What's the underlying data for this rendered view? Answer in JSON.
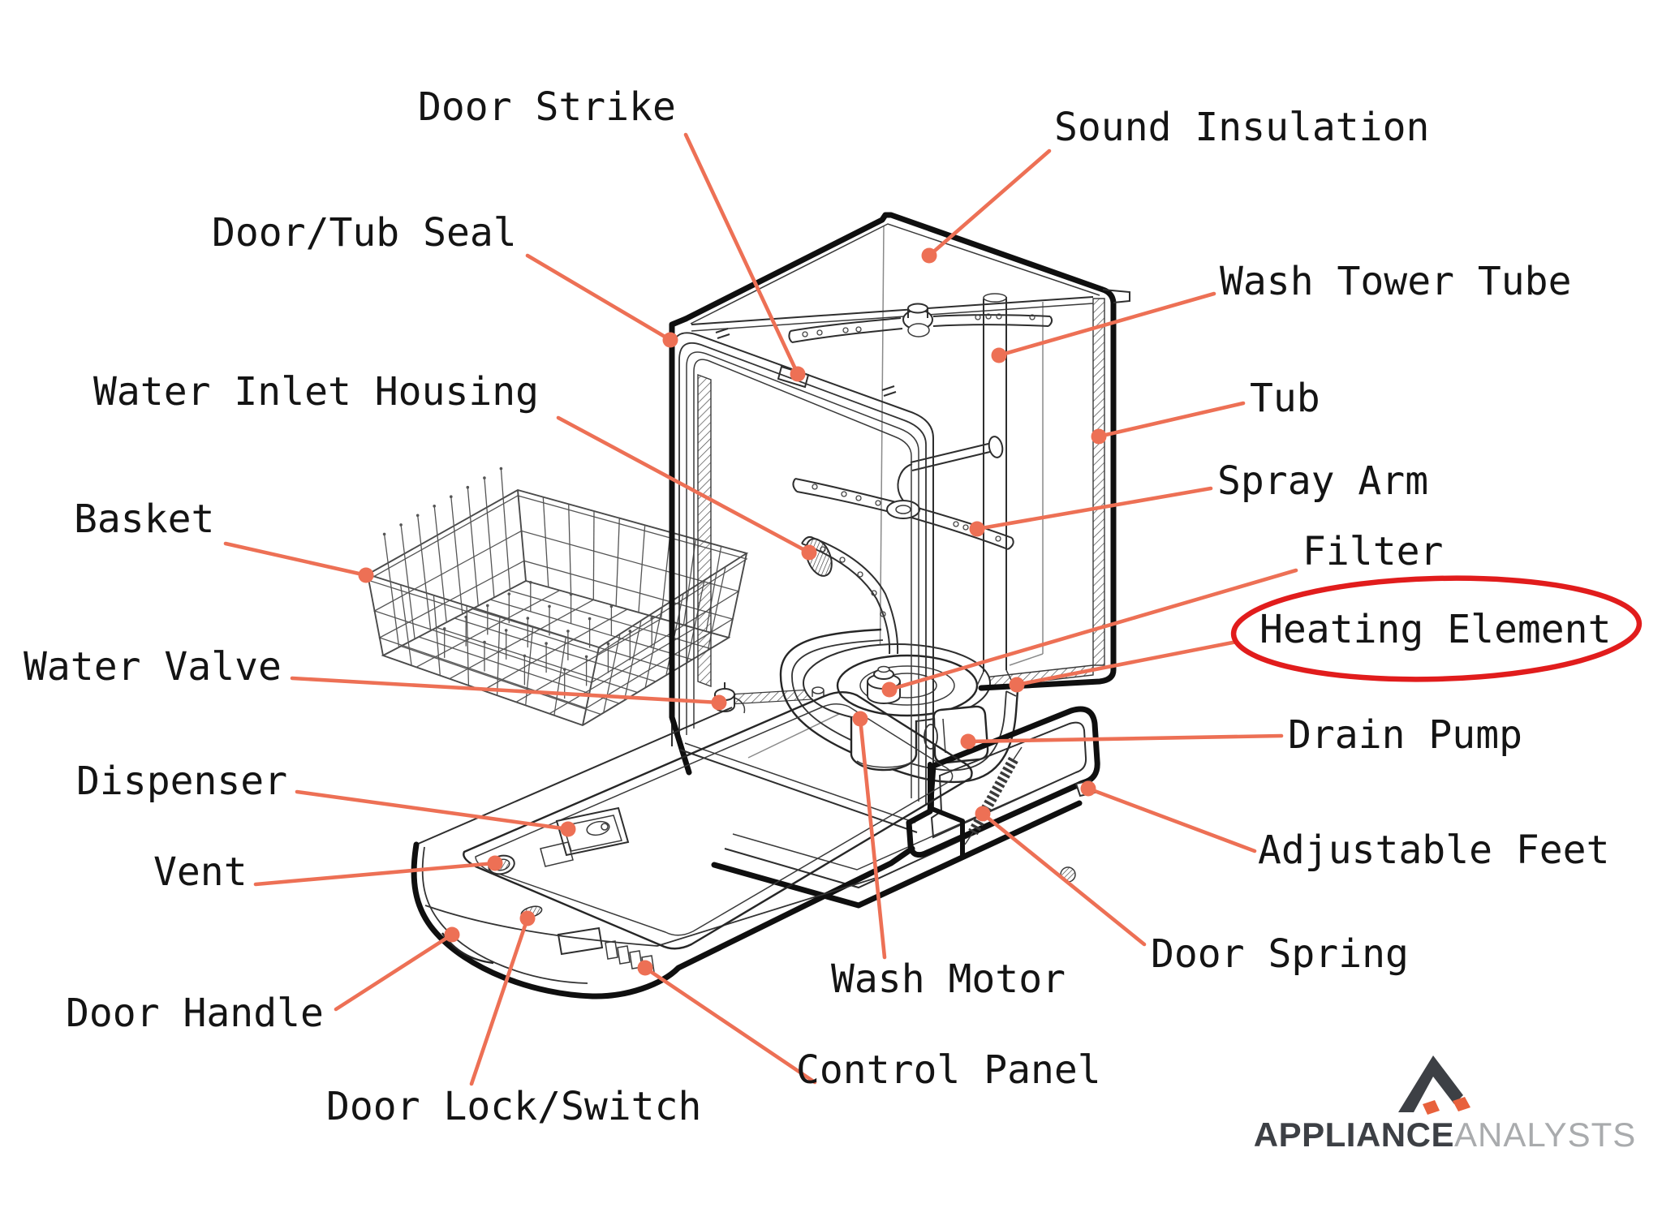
{
  "colors": {
    "background": "#ffffff",
    "leader": "#ed7055",
    "highlight": "#e11c1c",
    "ink": "#1a1a1a",
    "logo_dark": "#3d4045",
    "logo_light": "#a9abad",
    "logo_accent": "#e8613c"
  },
  "diagram": {
    "subject": "dishwasher-parts-exploded-view",
    "callouts": [
      {
        "id": "door-strike",
        "label": "Door Strike",
        "text": [
          515,
          148
        ],
        "line": [
          845,
          166,
          983,
          461
        ],
        "dot": [
          983,
          461
        ]
      },
      {
        "id": "sound-insulation",
        "label": "Sound Insulation",
        "text": [
          1299,
          173
        ],
        "line": [
          1293,
          186,
          1145,
          315
        ],
        "dot": [
          1145,
          315
        ]
      },
      {
        "id": "door-tub-seal",
        "label": "Door/Tub Seal",
        "text": [
          261,
          303
        ],
        "line": [
          650,
          315,
          826,
          419
        ],
        "dot": [
          826,
          419
        ]
      },
      {
        "id": "wash-tower-tube",
        "label": "Wash Tower Tube",
        "text": [
          1503,
          363
        ],
        "line": [
          1496,
          362,
          1231,
          438
        ],
        "dot": [
          1231,
          438
        ]
      },
      {
        "id": "water-inlet-housing",
        "label": "Water Inlet Housing",
        "text": [
          115,
          499
        ],
        "line": [
          688,
          515,
          997,
          681
        ],
        "dot": [
          997,
          681
        ]
      },
      {
        "id": "tub",
        "label": "Tub",
        "text": [
          1540,
          507
        ],
        "line": [
          1532,
          497,
          1354,
          538
        ],
        "dot": [
          1354,
          538
        ]
      },
      {
        "id": "spray-arm",
        "label": "Spray Arm",
        "text": [
          1500,
          609
        ],
        "line": [
          1492,
          602,
          1204,
          652
        ],
        "dot": [
          1204,
          652
        ]
      },
      {
        "id": "basket",
        "label": "Basket",
        "text": [
          91,
          656
        ],
        "line": [
          278,
          670,
          451,
          709
        ],
        "dot": [
          451,
          709
        ]
      },
      {
        "id": "filter",
        "label": "Filter",
        "text": [
          1605,
          696
        ],
        "line": [
          1597,
          703,
          1096,
          850
        ],
        "dot": [
          1096,
          850
        ]
      },
      {
        "id": "heating-element",
        "label": "Heating Element",
        "text": [
          1552,
          792
        ],
        "line": [
          1524,
          791,
          1253,
          844
        ],
        "dot": [
          1253,
          844
        ],
        "highlight_ellipse": [
          1770,
          775,
          250,
          62
        ]
      },
      {
        "id": "water-valve",
        "label": "Water Valve",
        "text": [
          29,
          838
        ],
        "line": [
          360,
          836,
          886,
          866
        ],
        "dot": [
          886,
          866
        ]
      },
      {
        "id": "drain-pump",
        "label": "Drain Pump",
        "text": [
          1587,
          922
        ],
        "line": [
          1579,
          907,
          1193,
          914
        ],
        "dot": [
          1193,
          914
        ]
      },
      {
        "id": "dispenser",
        "label": "Dispenser",
        "text": [
          94,
          979
        ],
        "line": [
          366,
          976,
          700,
          1022
        ],
        "dot": [
          700,
          1022
        ]
      },
      {
        "id": "adjustable-feet",
        "label": "Adjustable Feet",
        "text": [
          1550,
          1064
        ],
        "line": [
          1546,
          1049,
          1341,
          972
        ],
        "dot": [
          1341,
          972
        ]
      },
      {
        "id": "vent",
        "label": "Vent",
        "text": [
          189,
          1091
        ],
        "line": [
          315,
          1090,
          610,
          1064
        ],
        "dot": [
          610,
          1064
        ]
      },
      {
        "id": "door-spring",
        "label": "Door Spring",
        "text": [
          1418,
          1192
        ],
        "line": [
          1410,
          1164,
          1211,
          1003
        ],
        "dot": [
          1211,
          1003
        ]
      },
      {
        "id": "door-handle",
        "label": "Door Handle",
        "text": [
          81,
          1265
        ],
        "line": [
          414,
          1244,
          557,
          1152
        ],
        "dot": [
          557,
          1152
        ]
      },
      {
        "id": "wash-motor",
        "label": "Wash Motor",
        "text": [
          1024,
          1223
        ],
        "line": [
          1090,
          1180,
          1060,
          886
        ],
        "dot": [
          1060,
          886
        ]
      },
      {
        "id": "control-panel",
        "label": "Control Panel",
        "text": [
          981,
          1335
        ],
        "line": [
          1004,
          1334,
          795,
          1193
        ],
        "dot": [
          795,
          1193
        ]
      },
      {
        "id": "door-lock-switch",
        "label": "Door Lock/Switch",
        "text": [
          402,
          1380
        ],
        "line": [
          581,
          1336,
          650,
          1132
        ],
        "dot": [
          650,
          1132
        ]
      }
    ]
  },
  "logo": {
    "brand_bold": "APPLIANCE",
    "brand_light": "ANALYSTS",
    "icon": "mountain-triangle-icon"
  }
}
